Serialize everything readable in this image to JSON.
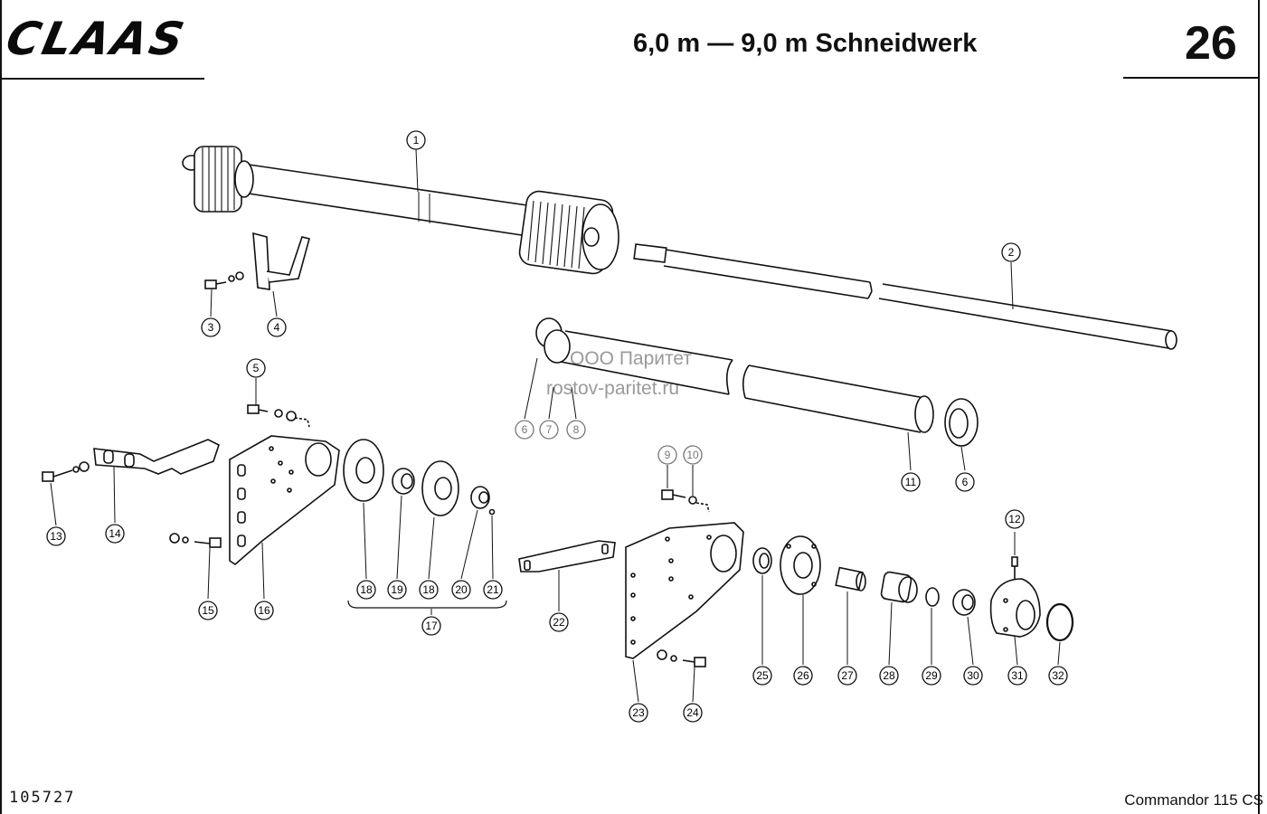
{
  "header": {
    "brand": "CLAAS",
    "title": "6,0 m — 9,0 m Schneidwerk",
    "page_number": "26"
  },
  "footer": {
    "document_number": "105727",
    "model": "Commandor 115 CS"
  },
  "watermark": {
    "line1": "ООО Паритет",
    "line2": "rostov-paritet.ru"
  },
  "callouts": [
    "1",
    "2",
    "3",
    "4",
    "5",
    "6",
    "7",
    "8",
    "9",
    "10",
    "11",
    "6",
    "12",
    "13",
    "14",
    "15",
    "16",
    "18",
    "19",
    "18",
    "20",
    "21",
    "17",
    "22",
    "23",
    "24",
    "25",
    "26",
    "27",
    "28",
    "29",
    "30",
    "31",
    "32"
  ]
}
